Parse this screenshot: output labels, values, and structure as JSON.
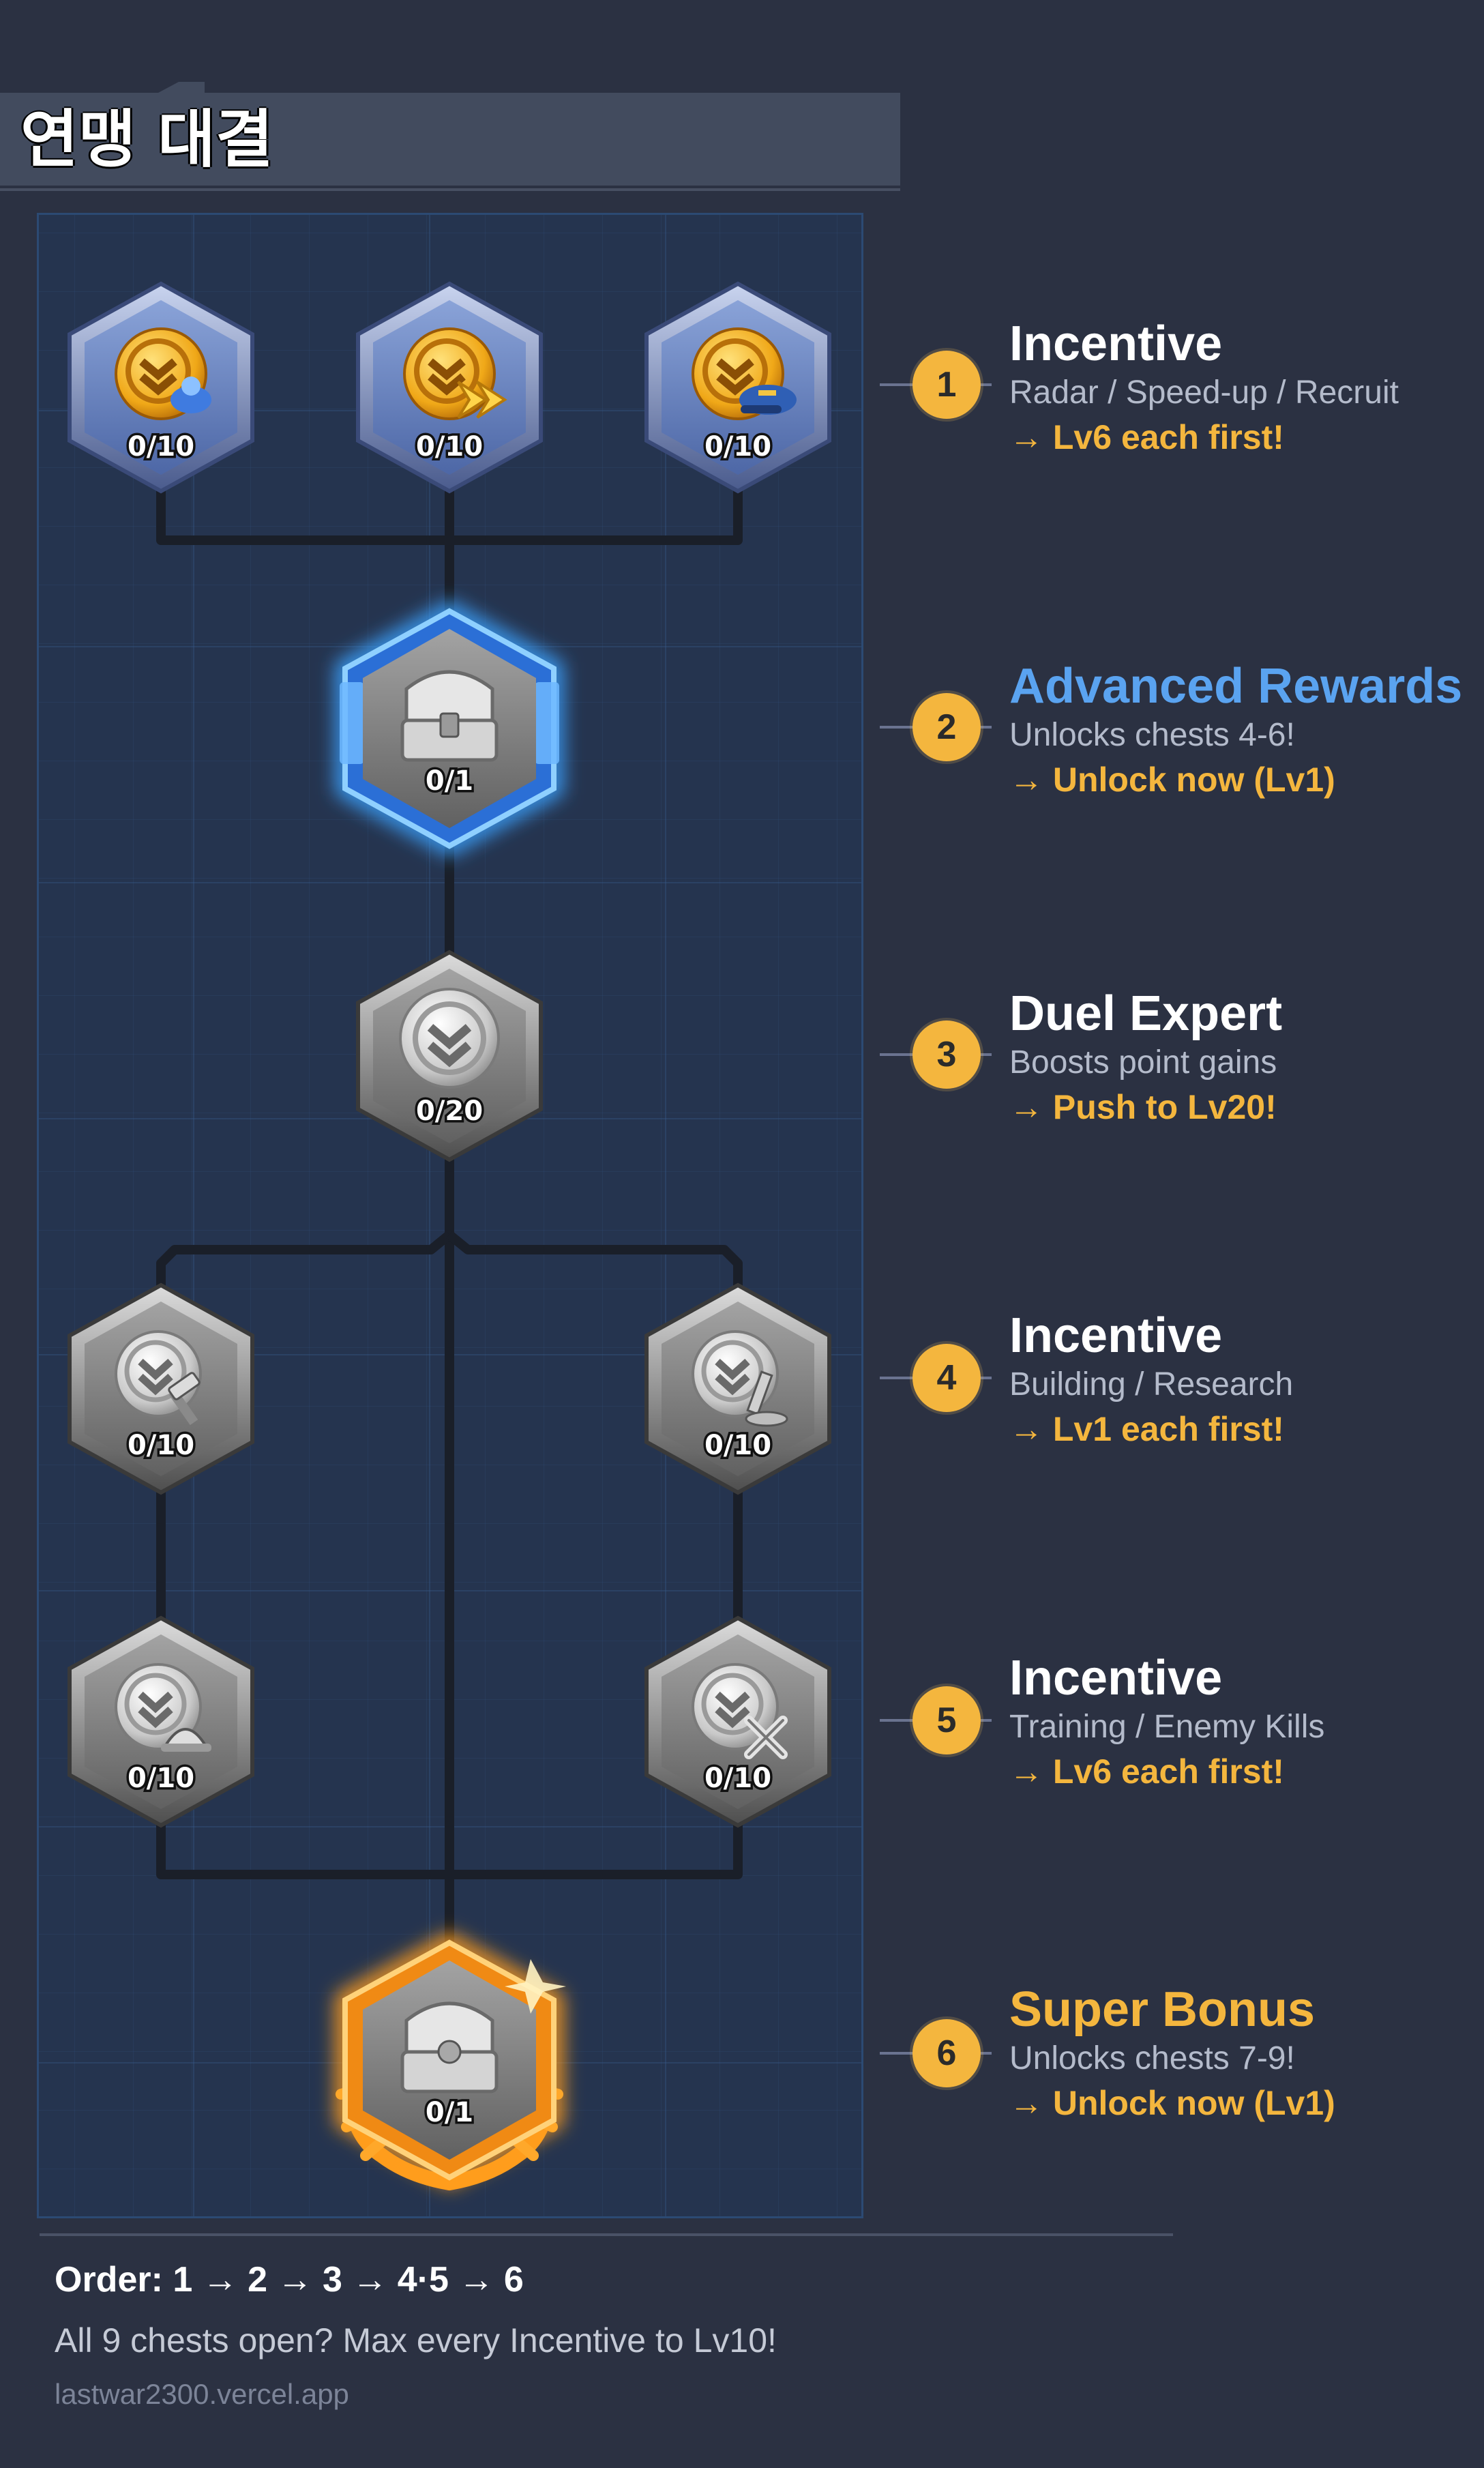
{
  "header": {
    "title": "연맹 대결"
  },
  "nodes": [
    {
      "count": "0/10",
      "icon": "radar-icon",
      "kind": "gold"
    },
    {
      "count": "0/10",
      "icon": "speed-up-icon",
      "kind": "gold"
    },
    {
      "count": "0/10",
      "icon": "recruit-icon",
      "kind": "gold"
    },
    {
      "count": "0/1",
      "icon": "chest-icon",
      "kind": "blue-glow"
    },
    {
      "count": "0/20",
      "icon": "duel-expert-icon",
      "kind": "silver"
    },
    {
      "count": "0/10",
      "icon": "building-icon",
      "kind": "silver"
    },
    {
      "count": "0/10",
      "icon": "research-icon",
      "kind": "silver"
    },
    {
      "count": "0/10",
      "icon": "training-icon",
      "kind": "silver"
    },
    {
      "count": "0/10",
      "icon": "enemy-kills-icon",
      "kind": "silver"
    },
    {
      "count": "0/1",
      "icon": "chest-icon",
      "kind": "gold-glow"
    }
  ],
  "steps": [
    {
      "number": "1",
      "title": "Incentive",
      "desc": "Radar / Speed-up / Recruit",
      "action": "→ Lv6 each first!"
    },
    {
      "number": "2",
      "title": "Advanced Rewards",
      "desc": "Unlocks chests 4-6!",
      "action": "→ Unlock now (Lv1)"
    },
    {
      "number": "3",
      "title": "Duel Expert",
      "desc": "Boosts point gains",
      "action": "→ Push to Lv20!"
    },
    {
      "number": "4",
      "title": "Incentive",
      "desc": "Building / Research",
      "action": "→ Lv1 each first!"
    },
    {
      "number": "5",
      "title": "Incentive",
      "desc": "Training / Enemy Kills",
      "action": "→ Lv6 each first!"
    },
    {
      "number": "6",
      "title": "Super Bonus",
      "desc": "Unlocks chests 7-9!",
      "action": "→ Unlock now (Lv1)"
    }
  ],
  "footer": {
    "order": "Order: 1 → 2 → 3 → 4·5 → 6",
    "note": "All 9 chests open? Max every Incentive to Lv10!",
    "url": "lastwar2300.vercel.app"
  },
  "colors": {
    "accent_gold": "#f4b63e",
    "accent_blue": "#5aa3f0",
    "background": "#2b3142"
  }
}
